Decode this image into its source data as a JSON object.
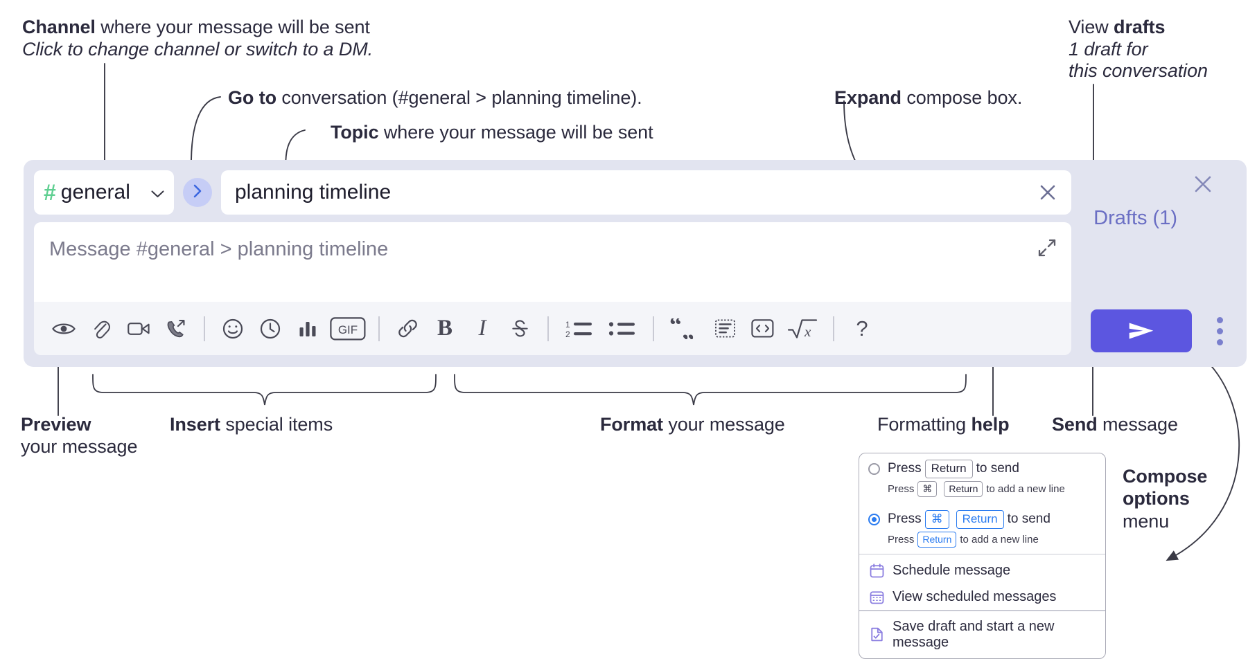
{
  "annotations": {
    "channel": {
      "line1_bold": "Channel",
      "line1_rest": " where your message will be sent",
      "line2_italic": "Click to change channel or switch to a DM."
    },
    "goto": {
      "bold": "Go to",
      "rest": " conversation (#general > planning timeline)."
    },
    "topic": {
      "bold": "Topic",
      "rest": " where your message will be sent"
    },
    "expand": {
      "bold": "Expand",
      "rest": " compose box."
    },
    "drafts": {
      "line1_rest": "View ",
      "line1_bold": "drafts",
      "line2_italic": "1 draft for",
      "line3_italic": "this conversation"
    },
    "preview": {
      "bold": "Preview",
      "line2": "your message"
    },
    "insert": {
      "bold": "Insert",
      "rest": " special items"
    },
    "format": {
      "bold": "Format",
      "rest": " your message"
    },
    "formatting_help": {
      "rest": "Formatting ",
      "bold": "help"
    },
    "send": {
      "bold": "Send",
      "rest": " message"
    },
    "compose_options": {
      "bold_line1": "Compose",
      "bold_line2": "options",
      "line3": "menu"
    }
  },
  "compose": {
    "channel_picker": {
      "hash": "#",
      "name": "general",
      "chevron_icon": "chevron-down-icon"
    },
    "goto_button": {
      "icon": "chevron-right-icon"
    },
    "topic_field": {
      "value": "planning timeline",
      "clear_icon": "close-icon"
    },
    "message_input": {
      "placeholder": "Message #general > planning timeline",
      "value": ""
    },
    "expand_button": {
      "icon": "expand-diagonal-icon"
    },
    "drafts_label": "Drafts (1)",
    "close_icon": "close-icon",
    "send_icon": "send-paper-plane-icon",
    "options_icon": "kebab-menu-icon",
    "toolbar": [
      {
        "name": "preview-button",
        "icon": "eye-icon",
        "label": ""
      },
      {
        "name": "attach-file-button",
        "icon": "paperclip-icon",
        "label": ""
      },
      {
        "name": "video-clip-button",
        "icon": "video-camera-icon",
        "label": ""
      },
      {
        "name": "audio-clip-button",
        "icon": "phone-forward-icon",
        "label": ""
      },
      {
        "name": "separator-1",
        "icon": "separator",
        "label": ""
      },
      {
        "name": "emoji-button",
        "icon": "smiley-icon",
        "label": ""
      },
      {
        "name": "schedule-button",
        "icon": "clock-icon",
        "label": ""
      },
      {
        "name": "poll-button",
        "icon": "bar-chart-icon",
        "label": ""
      },
      {
        "name": "gif-button",
        "icon": "gif-icon",
        "label": "GIF"
      },
      {
        "name": "separator-2",
        "icon": "separator",
        "label": ""
      },
      {
        "name": "link-button",
        "icon": "link-icon",
        "label": ""
      },
      {
        "name": "bold-button",
        "icon": "bold-icon",
        "label": "B"
      },
      {
        "name": "italic-button",
        "icon": "italic-icon",
        "label": "I"
      },
      {
        "name": "strikethrough-button",
        "icon": "strikethrough-icon",
        "label": ""
      },
      {
        "name": "separator-3",
        "icon": "separator",
        "label": ""
      },
      {
        "name": "ordered-list-button",
        "icon": "ordered-list-icon",
        "label": ""
      },
      {
        "name": "bulleted-list-button",
        "icon": "bulleted-list-icon",
        "label": ""
      },
      {
        "name": "separator-4",
        "icon": "separator",
        "label": ""
      },
      {
        "name": "blockquote-button",
        "icon": "quote-icon",
        "label": ""
      },
      {
        "name": "code-button",
        "icon": "code-inline-icon",
        "label": ""
      },
      {
        "name": "code-block-button",
        "icon": "code-block-icon",
        "label": ""
      },
      {
        "name": "math-button",
        "icon": "square-root-icon",
        "label": ""
      },
      {
        "name": "separator-5",
        "icon": "separator",
        "label": ""
      },
      {
        "name": "formatting-help-button",
        "icon": "question-mark-icon",
        "label": "?"
      }
    ]
  },
  "options_menu": {
    "radios": [
      {
        "selected": false,
        "main": {
          "pre": "Press",
          "keys": [
            "Return"
          ],
          "post": "to send"
        },
        "sub": {
          "pre": "Press",
          "keys": [
            "⌘",
            "Return"
          ],
          "post": "to add a new line"
        }
      },
      {
        "selected": true,
        "main": {
          "pre": "Press",
          "keys": [
            "⌘",
            "Return"
          ],
          "post": "to send"
        },
        "sub": {
          "pre": "Press",
          "keys": [
            "Return"
          ],
          "post": "to add a new line"
        }
      }
    ],
    "items": [
      {
        "icon": "calendar-icon",
        "label": "Schedule message"
      },
      {
        "icon": "calendar-grid-icon",
        "label": "View scheduled messages"
      },
      {
        "icon": "save-draft-icon",
        "label": "Save draft and start a new message"
      }
    ]
  },
  "colors": {
    "panel_bg": "#e2e4f0",
    "accent_purple": "#5c56e0",
    "drafts_text": "#6b6fc4",
    "hash_green": "#5fcf91",
    "goto_circle": "#c6cdf6",
    "goto_arrow": "#3b66e0",
    "toolbar_bg": "#f4f5f9",
    "menu_blue": "#2a7bf0",
    "menu_icon_purple": "#8a7de0",
    "annotation_text": "#2b2a3d"
  }
}
